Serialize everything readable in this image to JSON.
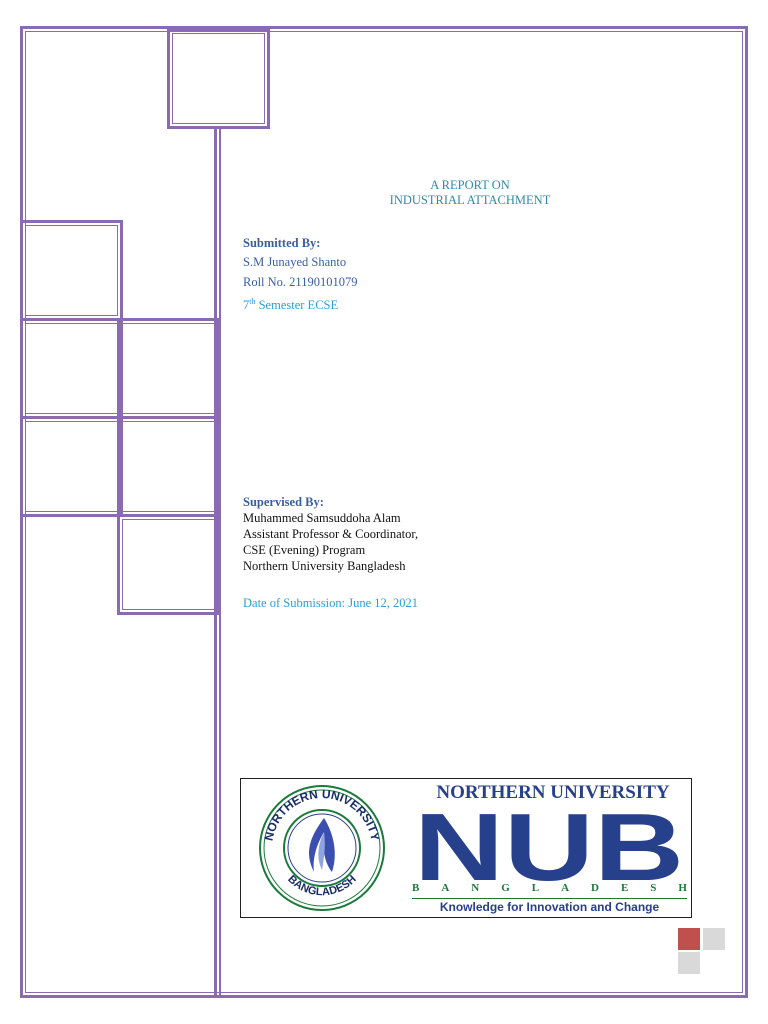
{
  "report": {
    "title_line1": "A REPORT ON",
    "title_line2": "INDUSTRIAL ATTACHMENT"
  },
  "submitted": {
    "heading": "Submitted By:",
    "name": "S.M Junayed Shanto",
    "roll": "Roll No. 21190101079",
    "semester_num": "7",
    "semester_sup": "th",
    "semester_rest": " Semester ECSE"
  },
  "supervised": {
    "heading": "Supervised By:",
    "name": "Muhammed Samsuddoha Alam",
    "title": "Assistant Professor & Coordinator,",
    "program": "CSE (Evening) Program",
    "university": "Northern University Bangladesh"
  },
  "submission_date": "Date of Submission: June 12, 2021",
  "logo": {
    "university_name": "NORTHERN UNIVERSITY",
    "acronym": "NUB",
    "country_letters": [
      "B",
      "A",
      "N",
      "G",
      "L",
      "A",
      "D",
      "E",
      "S",
      "H"
    ],
    "tagline": "Knowledge for Innovation and Change",
    "seal_top_text": "NORTHERN UNIVERSITY",
    "seal_bottom_text": "BANGLADESH"
  },
  "colors": {
    "frame": "#8a6bb3",
    "title": "#2f8aa8",
    "heading": "#3a5fa0",
    "accent_cyan": "#2aa0d8",
    "logo_blue": "#27408b",
    "logo_green": "#1a7a3a",
    "corner_red": "#c0504d",
    "corner_grey": "#d9d9d9"
  }
}
